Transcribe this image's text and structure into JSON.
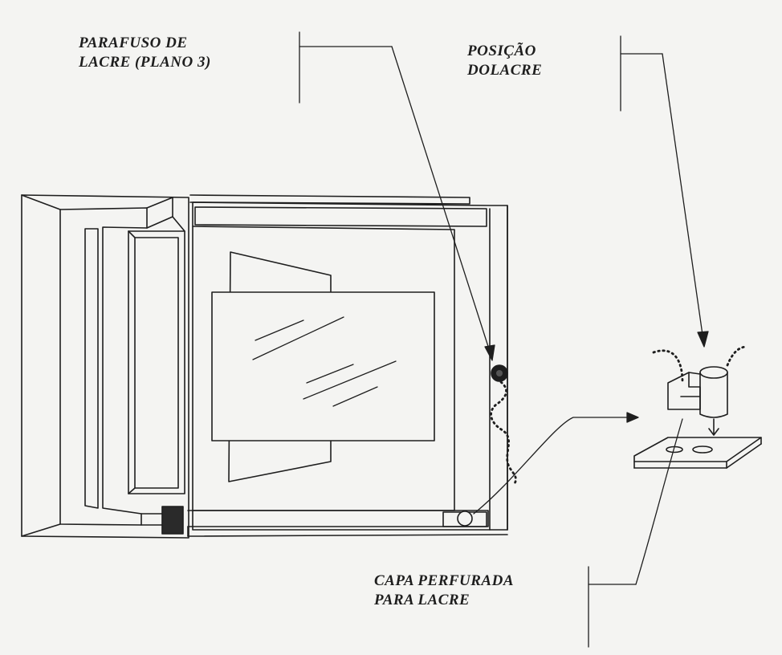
{
  "labels": {
    "screw": {
      "line1": "PARAFUSO DE",
      "line2": "LACRE  (PLANO 3)"
    },
    "seal_position": {
      "line1": "POSIÇÃO",
      "line2": "DOLACRE"
    },
    "cap": {
      "line1": "CAPA PERFURADA",
      "line2": "PARA LACRE"
    }
  },
  "colors": {
    "ink": "#1e1e1e",
    "paper": "#f4f4f2"
  }
}
